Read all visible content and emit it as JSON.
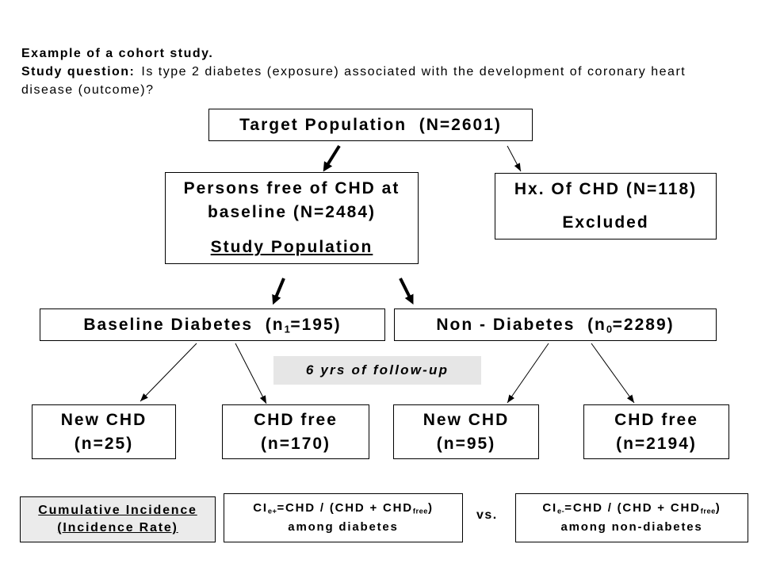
{
  "header": {
    "intro": "Example of a cohort study.",
    "question_label": "Study question:",
    "question_line1": "Is type 2 diabetes (exposure) associated with the development of coronary heart",
    "question_line2": "disease (outcome)?"
  },
  "flow": {
    "target": "Target Population  (N=2601)",
    "study": {
      "description": "Persons free of CHD at baseline (N=2484)",
      "title": "Study Population"
    },
    "excluded": {
      "description": "Hx. Of CHD (N=118)",
      "status": "Excluded"
    },
    "diabetes": {
      "label": "Baseline Diabetes  (n",
      "sub": "1",
      "count": "=195)"
    },
    "non_diabetes": {
      "label": "Non - Diabetes  (n",
      "sub": "0",
      "count": "=2289)"
    },
    "follow_up": "6 yrs of follow-up",
    "outcomes": [
      {
        "label": "New CHD",
        "count": "(n=25)"
      },
      {
        "label": "CHD free",
        "count": "(n=170)"
      },
      {
        "label": "New CHD",
        "count": "(n=95)"
      },
      {
        "label": "CHD free",
        "count": "(n=2194)"
      }
    ]
  },
  "incidence": {
    "title_line1": "Cumulative Incidence",
    "title_line2": "(Incidence Rate)",
    "exposed": {
      "ci": "CI",
      "ci_sub": "e+",
      "formula": "=CHD / (CHD + CHD",
      "free_sub": "free",
      "close": ")",
      "group": "among diabetes"
    },
    "vs": "vs.",
    "unexposed": {
      "ci": "CI",
      "ci_sub": "e-",
      "formula": "=CHD / (CHD + CHD",
      "free_sub": "free",
      "close": ")",
      "group": "among non-diabetes"
    }
  }
}
